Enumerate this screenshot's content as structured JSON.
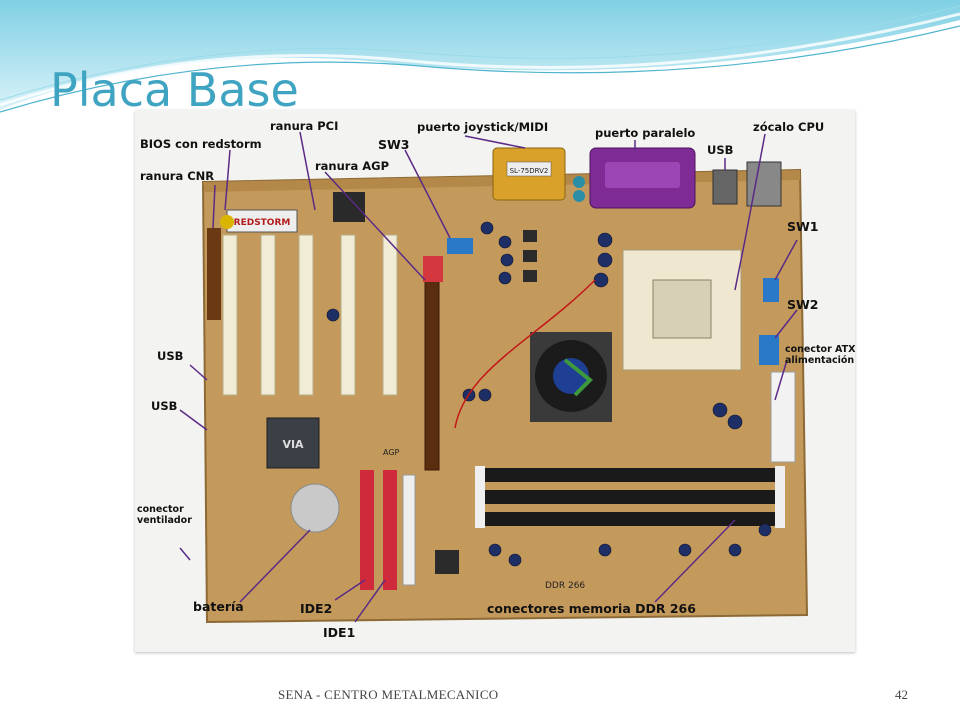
{
  "slide": {
    "title": "Placa Base",
    "footer": "SENA - CENTRO METALMECANICO",
    "page_number": "42"
  },
  "photo": {
    "chip_texts": {
      "redstorm": "REDSTORM",
      "io_chip": "SL-75DRV2",
      "agp": "AGP",
      "ddr": "DDR 266"
    }
  },
  "labels": {
    "bios": "BIOS con redstorm",
    "pci": "ranura PCI",
    "joystick": "puerto joystick/MIDI",
    "paralelo": "puerto paralelo",
    "cpu": "zócalo CPU",
    "usb_top": "USB",
    "cnr": "ranura CNR",
    "agp_slot": "ranura AGP",
    "sw3": "SW3",
    "sw1": "SW1",
    "sw2": "SW2",
    "atx_line1": "conector ATX",
    "atx_line2": "alimentación",
    "usb_left1": "USB",
    "usb_left2": "USB",
    "fan_line1": "conector",
    "fan_line2": "ventilador",
    "bateria": "batería",
    "ide2": "IDE2",
    "ide1": "IDE1",
    "ddr": "conectores memoria DDR 266"
  },
  "colors": {
    "title": "#3fa4c2",
    "board": "#c49a5c",
    "leader_line": "#5b2a86"
  }
}
